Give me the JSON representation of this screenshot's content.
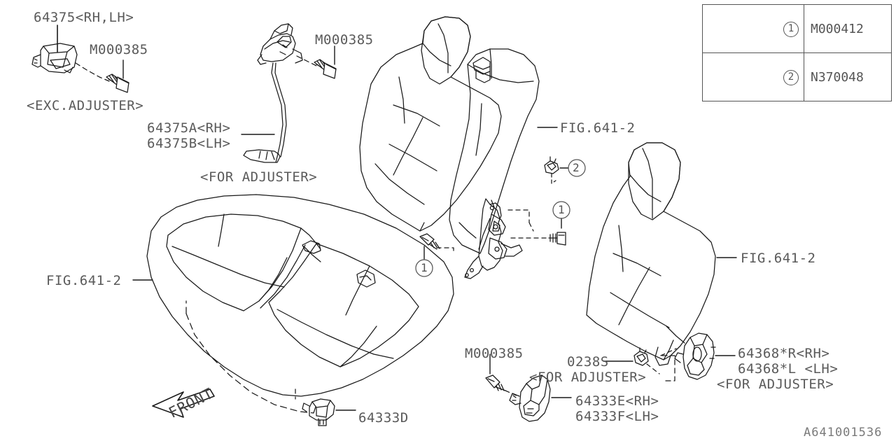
{
  "diagram": {
    "drawing_number": "A641001536",
    "title_labels": {
      "exc_adjuster": "<EXC.ADJUSTER>",
      "for_adjuster": "<FOR ADJUSTER>",
      "front": "FRONT"
    }
  },
  "legend": {
    "rows": [
      {
        "mark": "1",
        "part_number": "M000412"
      },
      {
        "mark": "2",
        "part_number": "N370048"
      }
    ]
  },
  "labels": {
    "clip_rh_lh": "64375<RH,LH>",
    "bolt_top_left": "M000385",
    "exc_adjuster": "<EXC.ADJUSTER>",
    "cable_rh": "64375A<RH>",
    "cable_lh": "64375B<LH>",
    "for_adjuster_cable": "<FOR ADJUSTER>",
    "bolt_top_center": "M000385",
    "fig_center": "FIG.641-2",
    "fig_right": "FIG.641-2",
    "fig_left": "FIG.641-2",
    "front": "FRONT",
    "bracket_64333d": "64333D",
    "bolt_bottom": "M000385",
    "nut_0238s": "0238S",
    "nut_0238s_note": "<FOR ADJUSTER>",
    "hinge_rh": "64368*R<RH>",
    "hinge_lh": "64368*L <LH>",
    "hinge_note": "<FOR ADJUSTER>",
    "striker_rh": "64333E<RH>",
    "striker_lh": "64333F<LH>",
    "callout_1_left": "1",
    "callout_1_right": "1",
    "callout_2": "2"
  },
  "colors": {
    "line": "#1a1a1a",
    "text": "#5a5a5a",
    "background": "#ffffff"
  }
}
